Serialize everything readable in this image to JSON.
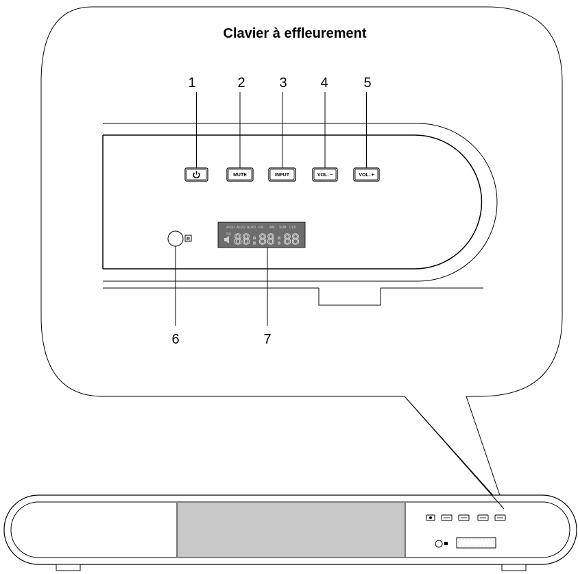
{
  "title": "Clavier à effleurement",
  "callouts": [
    "1",
    "2",
    "3",
    "4",
    "5",
    "6",
    "7"
  ],
  "buttons": {
    "power_icon": "power-icon",
    "mute": "MUTE",
    "input": "INPUT",
    "vol_minus": "VOL. −",
    "vol_plus": "VOL. +"
  },
  "ir_label": "R",
  "display": {
    "labels": [
      "AUX1",
      "AUX2",
      "AUX3",
      "FM",
      "AM",
      "SUB",
      "CLK"
    ],
    "sd": "SD",
    "digits": "88:88:88"
  },
  "colors": {
    "display_bg": "#6d6d6d",
    "grille": "#c8c8c8",
    "line": "#000000"
  }
}
